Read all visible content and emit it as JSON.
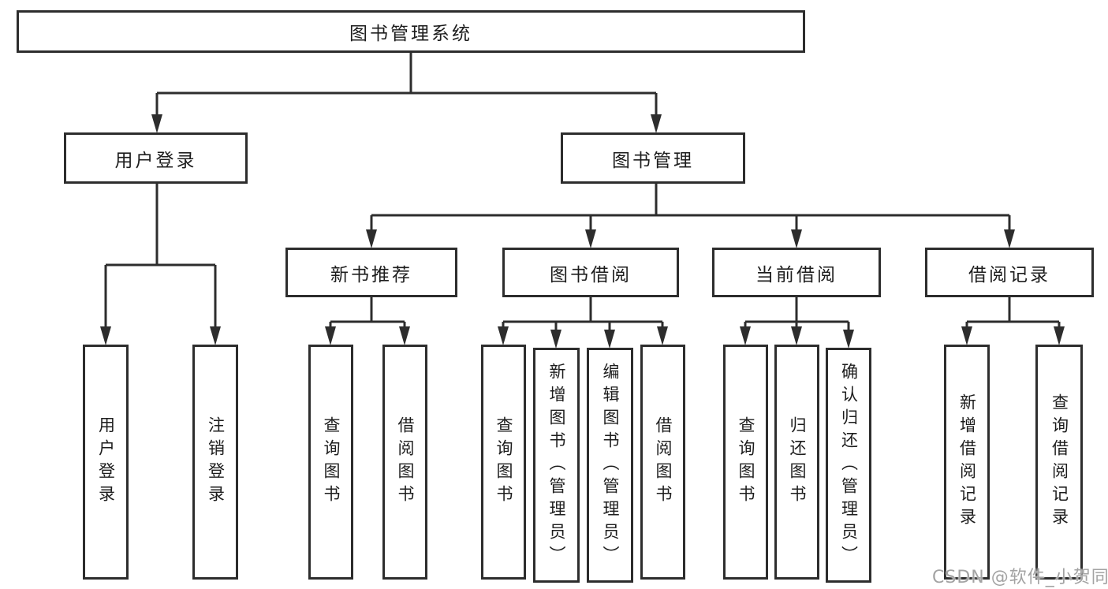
{
  "diagram_title": "图书管理系统",
  "accent_color": "#2d2d2d",
  "watermark": "CSDN @软件_小贺同学",
  "tree": {
    "root": "图书管理系统",
    "branches": [
      {
        "label": "用户登录",
        "children": [
          "用户登录",
          "注销登录"
        ]
      },
      {
        "label": "图书管理",
        "children": [
          {
            "label": "新书推荐",
            "children": [
              "查询图书",
              "借阅图书"
            ]
          },
          {
            "label": "图书借阅",
            "children": [
              "查询图书",
              "新增图书（管理员）",
              "编辑图书（管理员）",
              "借阅图书"
            ]
          },
          {
            "label": "当前借阅",
            "children": [
              "查询图书",
              "归还图书",
              "确认归还（管理员）"
            ]
          },
          {
            "label": "借阅记录",
            "children": [
              "新增借阅记录",
              "查询借阅记录"
            ]
          }
        ]
      }
    ]
  }
}
